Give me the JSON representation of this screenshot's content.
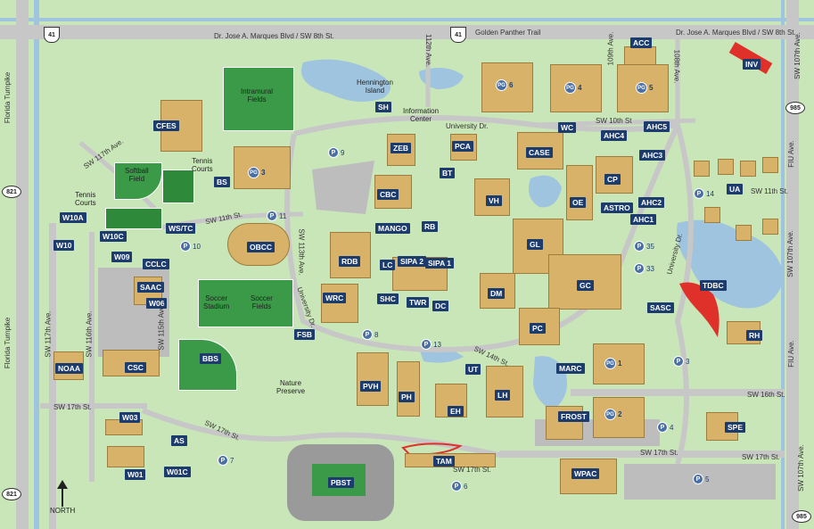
{
  "colors": {
    "ground": "#c9e6b8",
    "road": "#c7c7c7",
    "water": "#9ec4e0",
    "building": "#d7b268",
    "label_bg": "#1d3c6e",
    "field": "#3a9a47",
    "highlight": "#e0302a"
  },
  "streets": {
    "marques_left": "Dr. Jose A. Marques Blvd / SW 8th St.",
    "golden_panther": "Golden Panther Trail",
    "marques_right": "Dr. Jose A. Marques Blvd / SW 8th St.",
    "ave112": "112th Ave.",
    "ave109": "109th Ave.",
    "ave108": "108th Ave.",
    "ave107_top": "SW 107th Ave.",
    "ave107_mid": "SW 107th Ave.",
    "ave107_bot": "SW 107th Ave.",
    "fiu_ave_top": "FIU Ave.",
    "fiu_ave_bot": "FIU Ave.",
    "turnpike_top": "Florida Turnpike",
    "turnpike_bot": "Florida Turnpike",
    "ave117": "SW 117th Ave.",
    "ave117_left": "SW 117th Ave.",
    "ave116": "SW 116th Ave.",
    "ave115": "SW 115th Ave.",
    "ave113": "SW 113th Ave.",
    "university_dr_top": "University Dr.",
    "university_dr_left": "University Dr.",
    "university_dr_right": "University Dr.",
    "st10": "SW 10th St",
    "st11_left": "SW 11th St.",
    "st11_right": "SW 11th St.",
    "st14": "SW 14th St.",
    "st16": "SW 16th St.",
    "st17_left": "SW 17th St.",
    "st17_mid": "SW 17th St.",
    "st17_tam": "SW 17th St.",
    "st17_r1": "SW 17th St.",
    "st17_r2": "SW 17th St."
  },
  "shields": {
    "us41_a": "41",
    "us41_b": "41",
    "r985_top": "985",
    "r985_bot": "985",
    "r821_top": "821",
    "r821_bot": "821"
  },
  "areas": {
    "hennington": "Hennington\nIsland",
    "info_center": "Information\nCenter",
    "intramural": "Intramural\nFields",
    "softball": "Softball\nField",
    "tennis_top": "Tennis\nCourts",
    "tennis_left": "Tennis\nCourts",
    "soccer_stadium": "Soccer\nStadium",
    "soccer_fields": "Soccer\nFields",
    "nature": "Nature\nPreserve"
  },
  "buildings": [
    "ACC",
    "INV",
    "SH",
    "ZEB",
    "PCA",
    "WC",
    "AHC4",
    "AHC5",
    "AHC3",
    "CASE",
    "BT",
    "CFES",
    "BS",
    "CBC",
    "VH",
    "OE",
    "CP",
    "ASTRO",
    "AHC2",
    "AHC1",
    "UA",
    "MANGO",
    "RB",
    "W10A",
    "W10",
    "W10C",
    "WS/TC",
    "W09",
    "CCLC",
    "OBCC",
    "RDB",
    "LC",
    "SIPA 2",
    "SIPA 1",
    "GL",
    "SAAC",
    "W06",
    "WRC",
    "SHC",
    "TWR",
    "DC",
    "DM",
    "GC",
    "TDBC",
    "SASC",
    "FSB",
    "PC",
    "RH",
    "NOAA",
    "CSC",
    "BBS",
    "PVH",
    "UT",
    "MARC",
    "PH",
    "LH",
    "EH",
    "FROST",
    "W03",
    "SPE",
    "AS",
    "PBST",
    "TAM",
    "W01",
    "W01C",
    "WPAC"
  ],
  "garages": {
    "pg6": "6",
    "pg4": "4",
    "pg5": "5",
    "pg3": "3",
    "pg1": "1",
    "pg2": "2"
  },
  "parking": {
    "p9": "9",
    "p11": "11",
    "p10": "10",
    "p8": "8",
    "p13": "13",
    "p14": "14",
    "p35": "35",
    "p33": "33",
    "p3": "3",
    "p4": "4",
    "p5": "5",
    "p7": "7",
    "p6": "6"
  },
  "compass": {
    "label": "NORTH"
  }
}
